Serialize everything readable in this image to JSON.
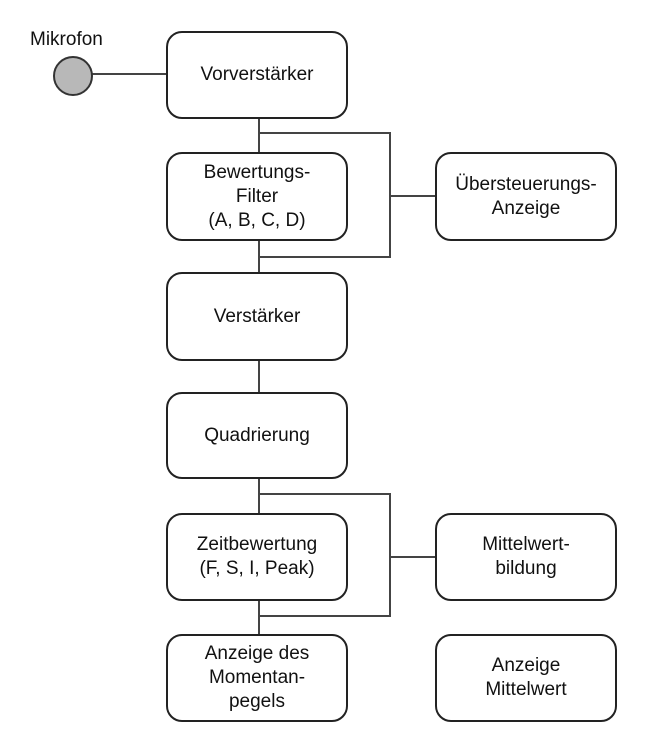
{
  "microphone": {
    "label": "Mikrofon"
  },
  "blocks": {
    "vorverstaerker": [
      "Vorverstärker"
    ],
    "bewertungsfilter": [
      "Bewertungs-",
      "Filter",
      "(A, B, C, D)"
    ],
    "uebersteuerungsanzeige": [
      "Übersteuerungs-",
      "Anzeige"
    ],
    "verstaerker": [
      "Verstärker"
    ],
    "quadrierung": [
      "Quadrierung"
    ],
    "zeitbewertung": [
      "Zeitbewertung",
      "(F, S, I, Peak)"
    ],
    "mittelwertbildung": [
      "Mittelwert-",
      "bildung"
    ],
    "anzeige_momentanpegel": [
      "Anzeige des",
      "Momentan-",
      "pegels"
    ],
    "anzeige_mittelwert": [
      "Anzeige",
      "Mittelwert"
    ]
  },
  "colors": {
    "stroke": "#222222",
    "wire": "#444444",
    "microphone_fill": "#b8b8b8"
  }
}
